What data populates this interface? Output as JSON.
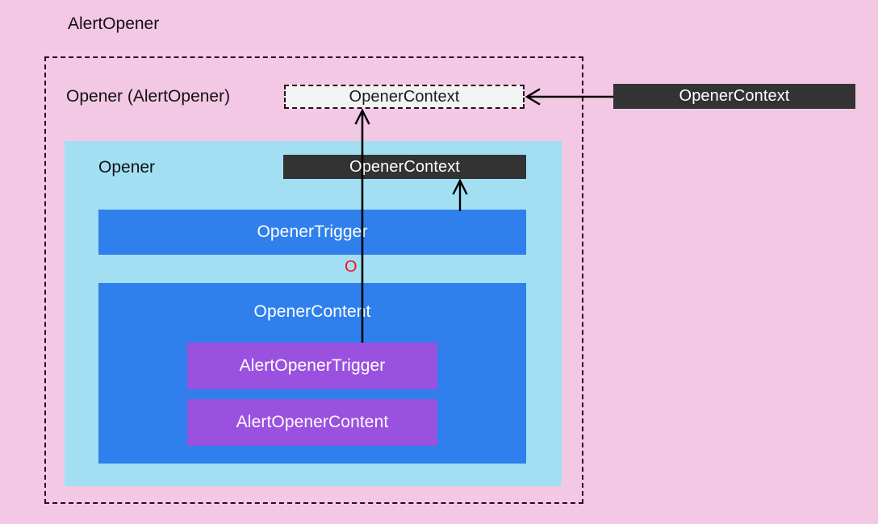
{
  "diagram": {
    "type": "component-hierarchy",
    "title": "AlertOpener",
    "background_color": "#f3c8e4",
    "outer_container": {
      "label": "Opener (AlertOpener)",
      "border_style": "dashed",
      "border_color": "#2b0a1f"
    },
    "context_consumer": {
      "label": "OpenerContext",
      "style": "dashed-light",
      "fill": "#f2f4f2",
      "text_color": "#1a1a1a"
    },
    "context_provider_external": {
      "label": "OpenerContext",
      "style": "solid-dark",
      "fill": "#333333",
      "text_color": "#ffffff"
    },
    "opener_region": {
      "label": "Opener",
      "fill": "#a3dff2",
      "context_provider": {
        "label": "OpenerContext",
        "fill": "#333333",
        "text_color": "#ffffff"
      },
      "trigger": {
        "label": "OpenerTrigger",
        "fill": "#2f80ed",
        "text_color": "#ffffff"
      },
      "marker": {
        "glyph": "O",
        "color": "#f31212"
      },
      "content": {
        "label": "OpenerContent",
        "fill": "#2f80ed",
        "text_color": "#ffffff",
        "children": [
          {
            "label": "AlertOpenerTrigger",
            "fill": "#9b51e0",
            "text_color": "#ffffff"
          },
          {
            "label": "AlertOpenerContent",
            "fill": "#9b51e0",
            "text_color": "#ffffff"
          }
        ]
      }
    },
    "arrows": [
      {
        "name": "external-context-to-consumer",
        "direction": "right-to-left",
        "color": "#000000"
      },
      {
        "name": "trigger-to-inner-context",
        "direction": "bottom-to-top",
        "color": "#000000"
      },
      {
        "name": "alert-trigger-to-consumer",
        "direction": "bottom-to-top",
        "color": "#000000"
      }
    ]
  }
}
